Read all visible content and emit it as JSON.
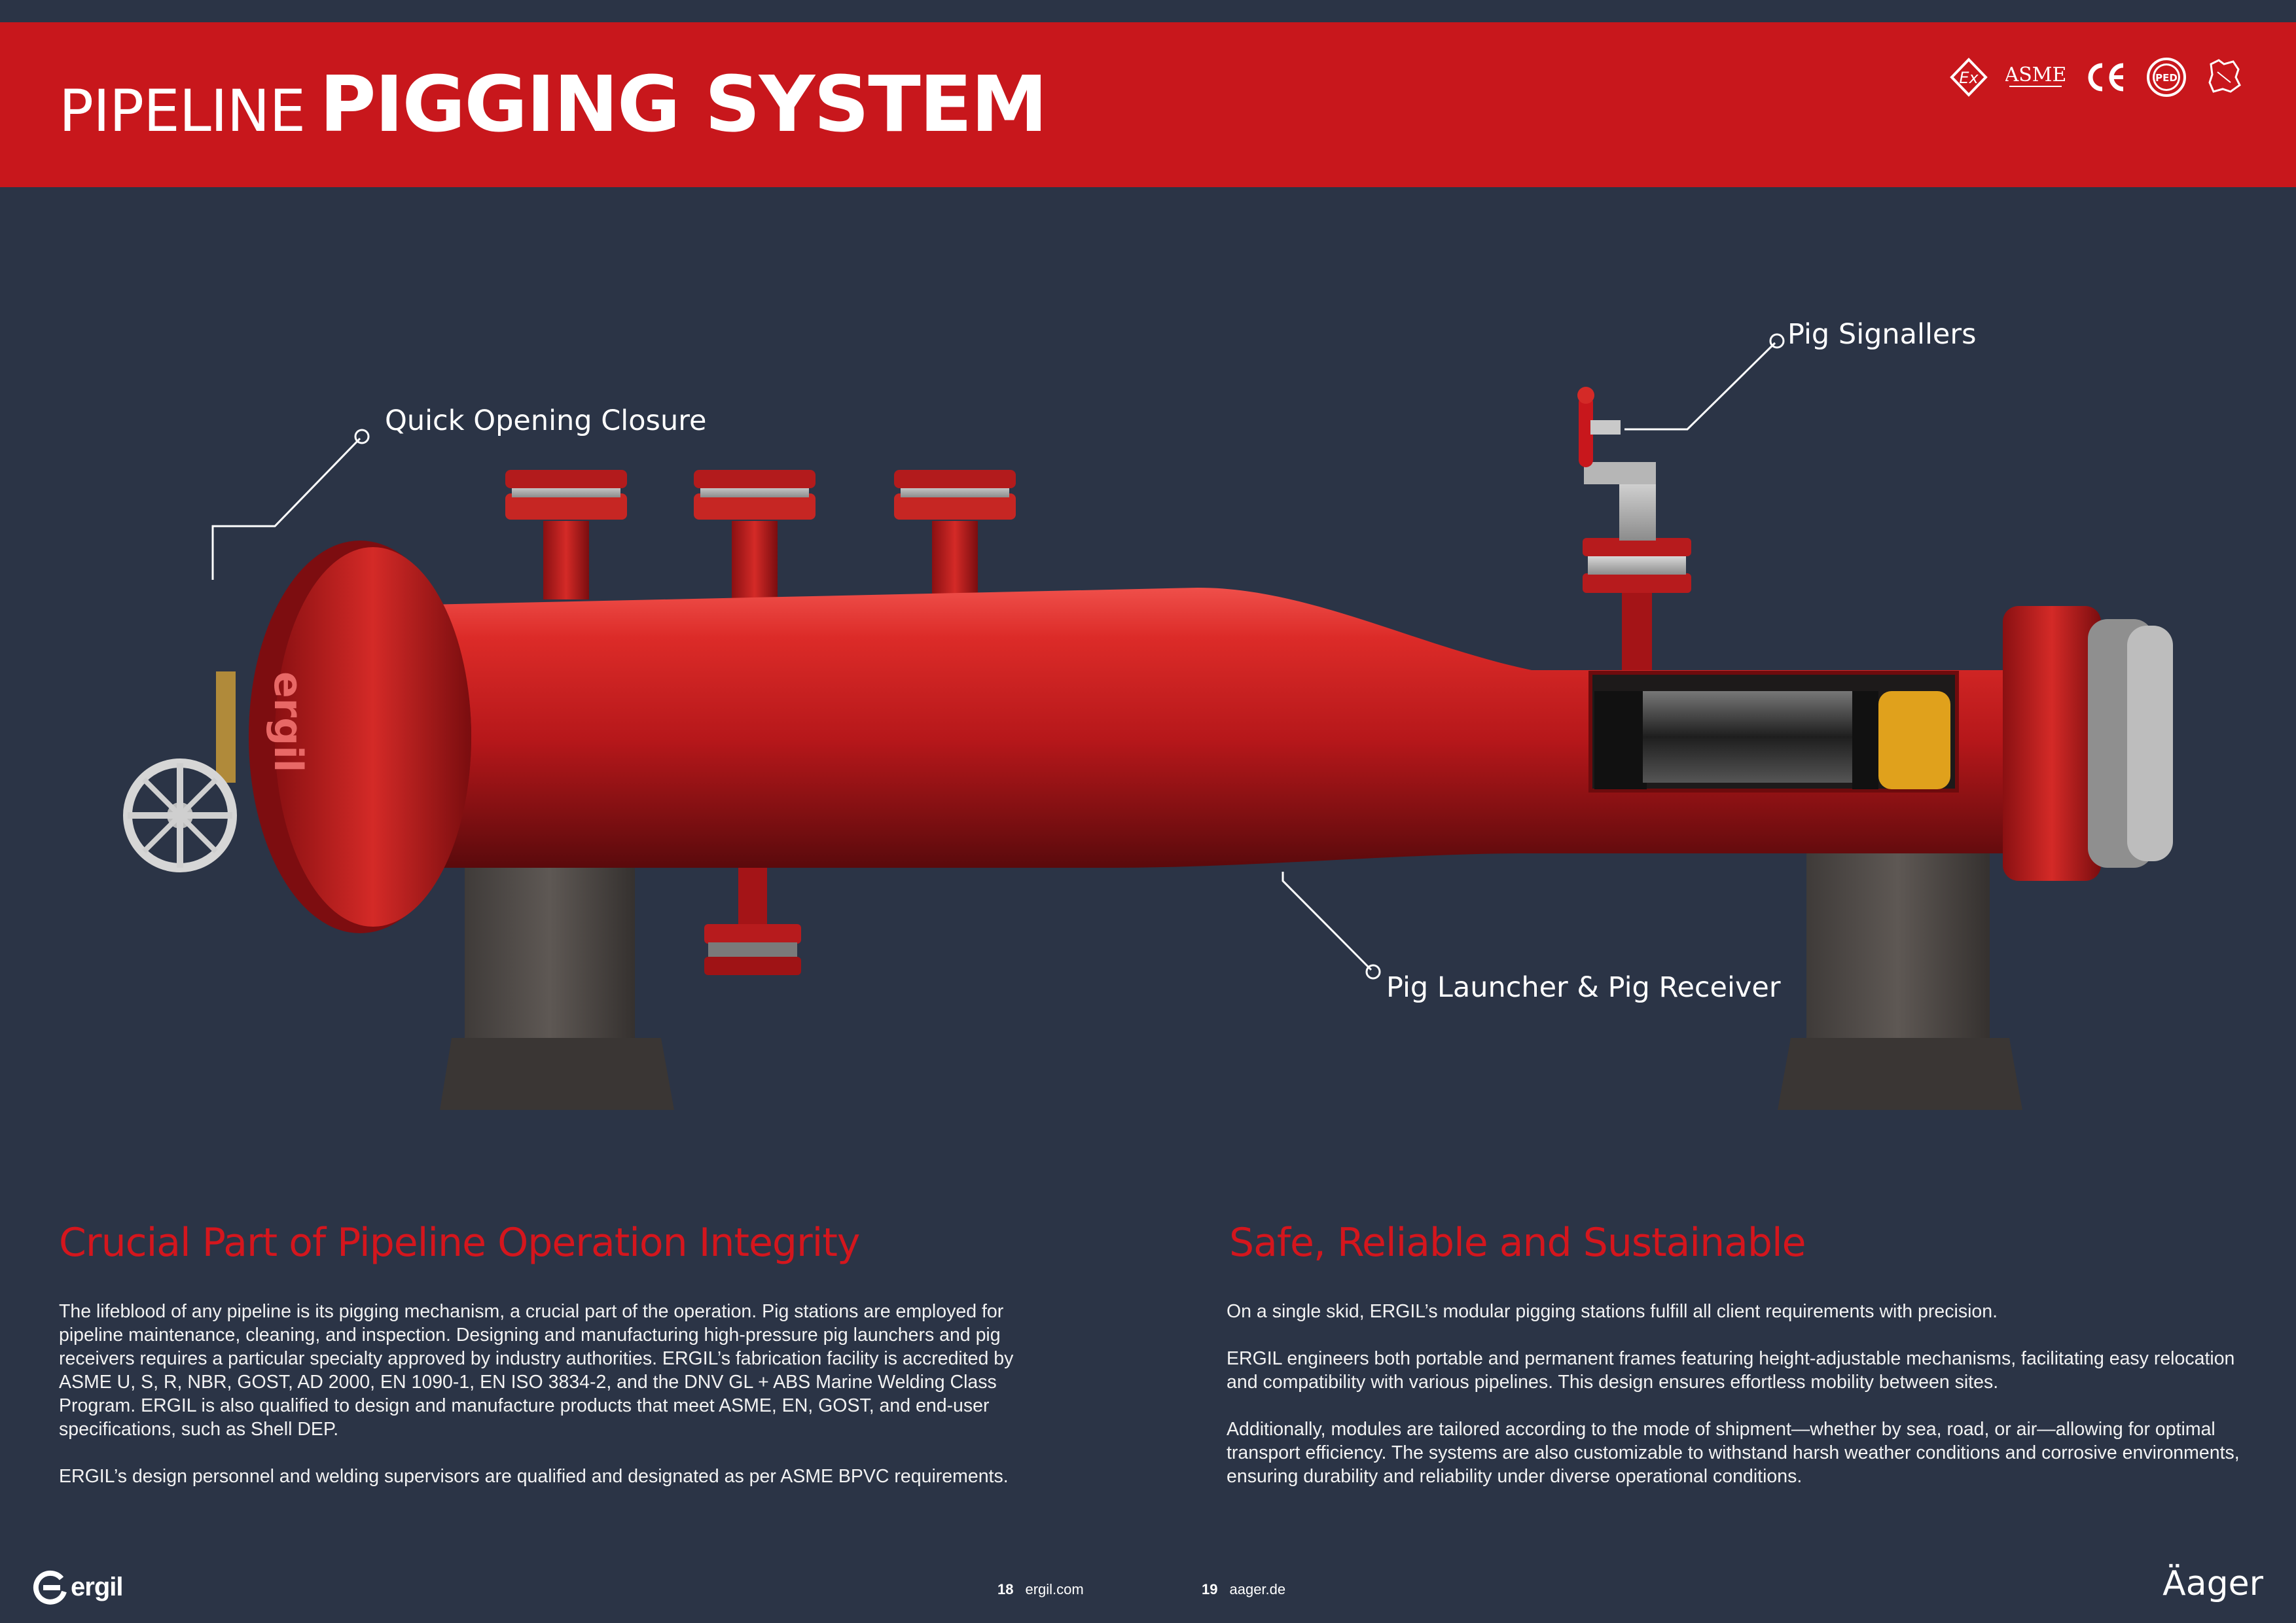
{
  "header": {
    "title_light": "PIPELINE",
    "title_bold": "PIGGING SYSTEM",
    "cert_icons": [
      "ex-atex-icon",
      "asme-icon",
      "ce-mark-icon",
      "ped-icon",
      "gost-icon"
    ]
  },
  "illustration": {
    "callouts": {
      "quick_opening_closure": "Quick Opening Closure",
      "pig_signallers": "Pig Signallers",
      "pig_launcher_receiver": "Pig Launcher & Pig Receiver"
    },
    "vessel_brand": "ergil",
    "colors": {
      "vessel_red": "#c8171c",
      "background": "#2b3446",
      "support": "#4a4643"
    }
  },
  "sections": {
    "left": {
      "heading": "Crucial Part of Pipeline Operation Integrity",
      "paragraphs": [
        "The lifeblood of any pipeline is its pigging mechanism, a crucial part of the operation. Pig stations are employed for pipeline maintenance, cleaning, and inspection. Designing and manufacturing high-pressure pig launchers and pig receivers requires a particular specialty approved by industry authorities. ERGIL’s fabrication facility is accredited by ASME U, S, R, NBR, GOST, AD 2000, EN 1090-1, EN ISO 3834-2, and the DNV GL + ABS Marine Welding Class Program. ERGIL is also qualified to design and manufacture products that meet ASME, EN, GOST, and end-user specifications, such as Shell DEP.",
        "ERGIL’s design personnel and welding supervisors are qualified and designated as per ASME BPVC requirements."
      ]
    },
    "right": {
      "heading": "Safe, Reliable and Sustainable",
      "paragraphs": [
        "On a single skid, ERGIL’s modular pigging stations fulfill all client requirements with precision.",
        "ERGIL engineers both portable and permanent frames featuring height-adjustable mechanisms, facilitating easy relocation and compatibility with various pipelines. This design ensures effortless mobility between sites.",
        "Additionally, modules are tailored according to the mode of shipment—whether by sea, road, or air—allowing for optimal transport efficiency. The systems are also customizable to withstand harsh weather conditions and corrosive environments, ensuring durability and reliability under diverse operational conditions."
      ]
    }
  },
  "footer": {
    "left_logo": "ergil",
    "page_left": {
      "number": "18",
      "site": "ergil.com"
    },
    "page_right": {
      "number": "19",
      "site": "aager.de"
    },
    "right_logo": "Äager"
  }
}
